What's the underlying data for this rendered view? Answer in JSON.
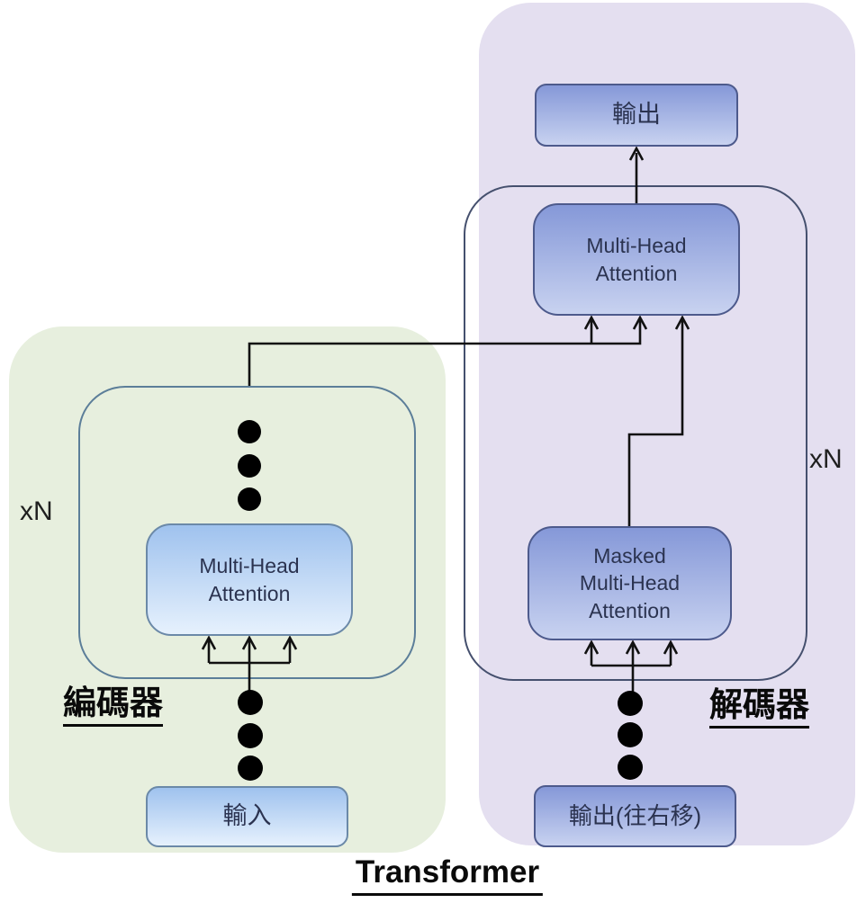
{
  "diagram": {
    "title": "Transformer"
  },
  "encoder": {
    "label": "編碼器",
    "repeat": "xN",
    "attention_box": {
      "line1": "Multi-Head",
      "line2": "Attention"
    },
    "input_box": {
      "label": "輸入"
    }
  },
  "decoder": {
    "label": "解碼器",
    "repeat": "xN",
    "output_box": {
      "label": "輸出"
    },
    "attention_box": {
      "line1": "Multi-Head",
      "line2": "Attention"
    },
    "masked_attention_box": {
      "line1": "Masked",
      "line2": "Multi-Head",
      "line3": "Attention"
    },
    "shifted_output_box": {
      "label": "輸出(往右移)"
    }
  },
  "colors": {
    "encoder_region_bg": "#e7efde",
    "decoder_region_bg": "#e4dff0",
    "encoder_inner_border": "#5c7e99",
    "decoder_inner_border": "#45506e",
    "encoder_box_top": "#9fc2ee",
    "encoder_box_bottom": "#e6f1fd",
    "encoder_box_border": "#6b89a8",
    "decoder_box_top": "#8598d8",
    "decoder_box_bottom": "#c8d2f0",
    "decoder_box_border": "#4d5a8c",
    "box_text": "#2b3350",
    "label_text": "#0a0a0a",
    "line": "#111111",
    "dot": "#000000"
  }
}
